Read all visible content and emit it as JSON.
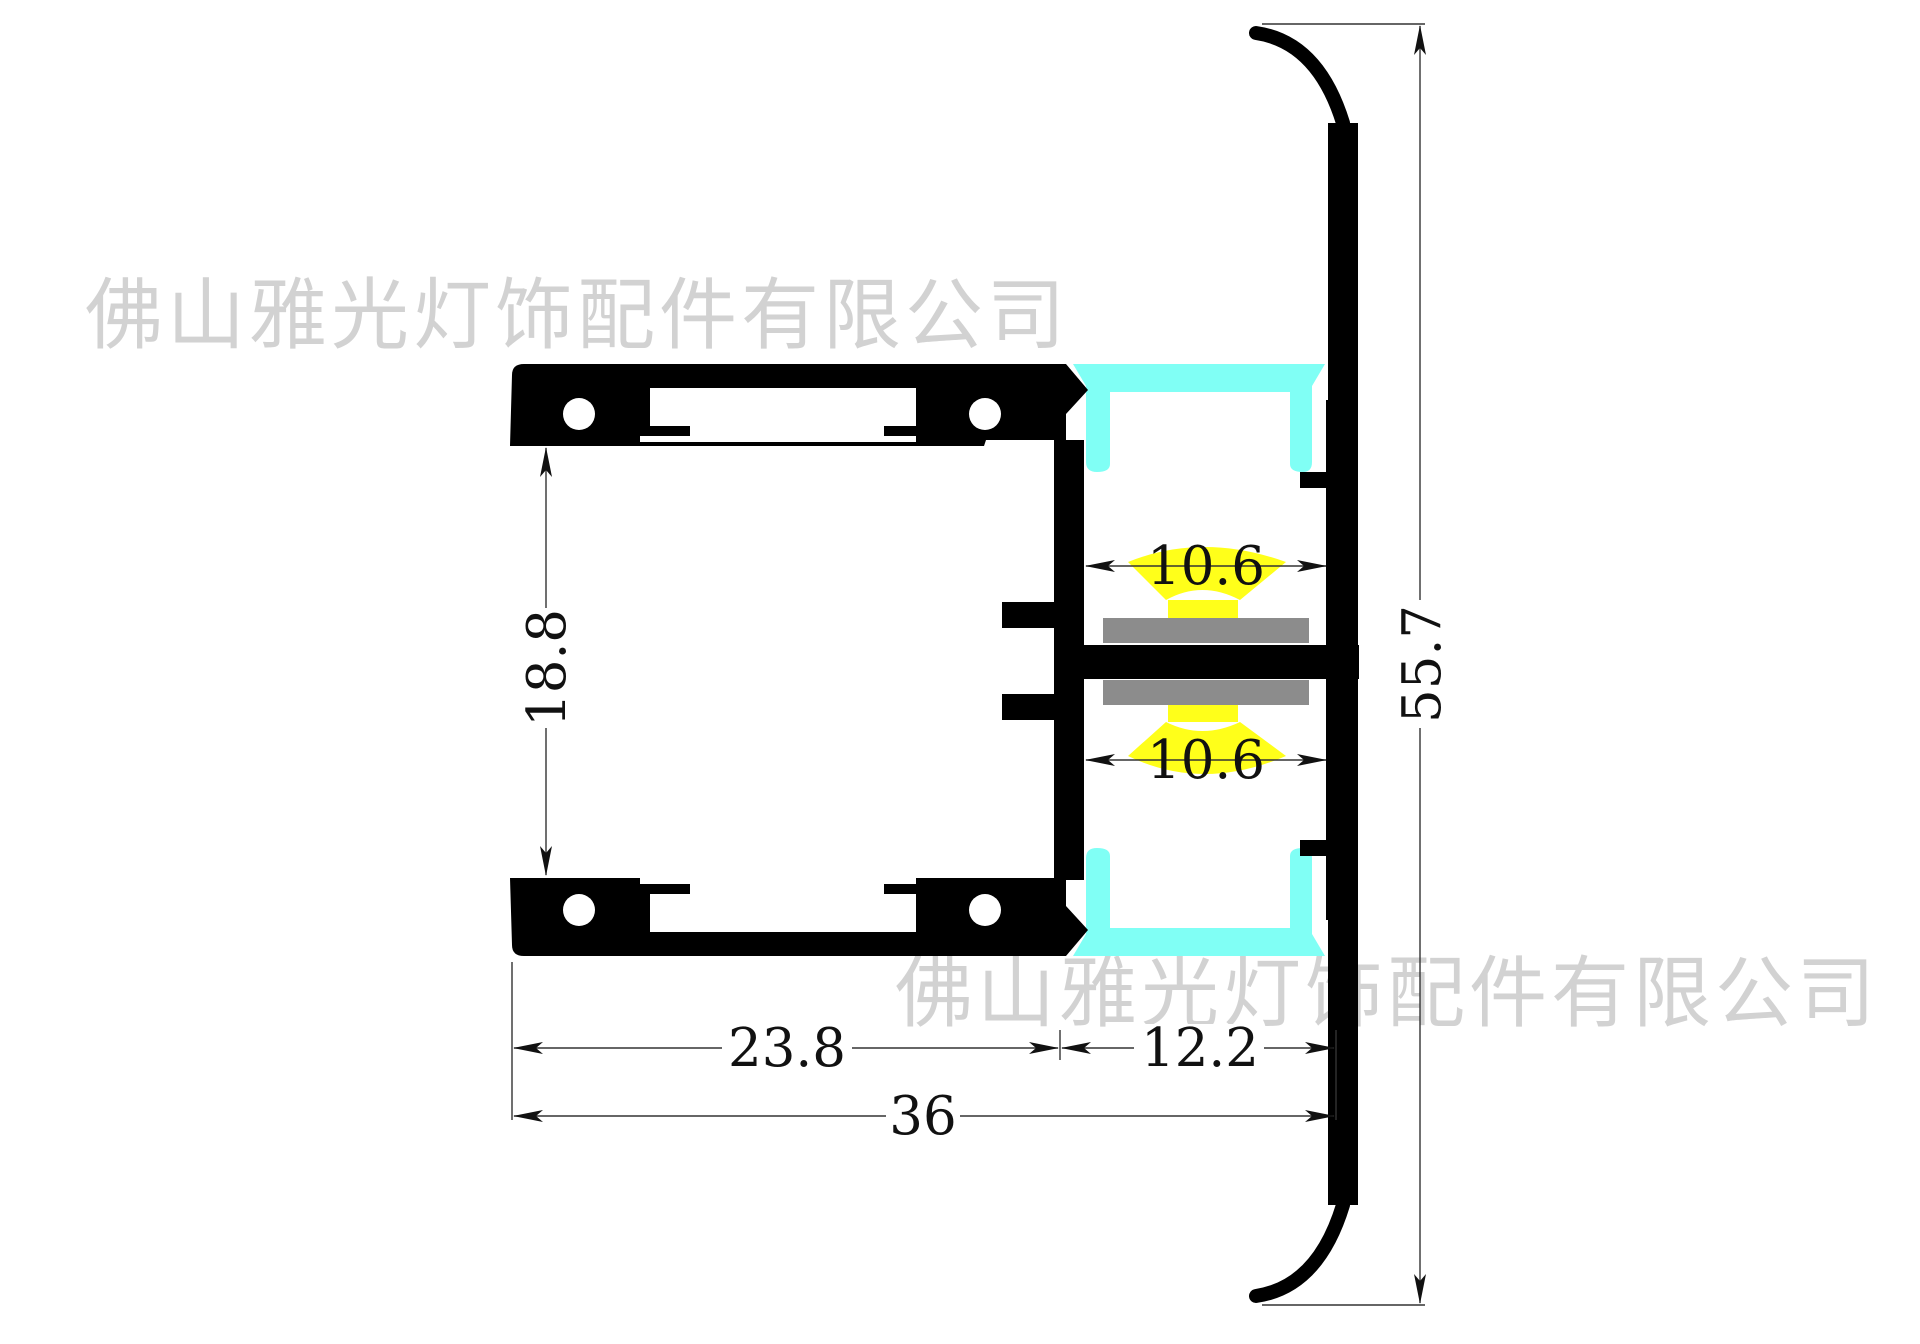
{
  "watermark": {
    "text": "佛山雅光灯饰配件有限公司"
  },
  "colors": {
    "profile": "#000000",
    "diffuser": "#80FFF5",
    "light_beam": "#FFFF1A",
    "led_board": "#8C8C8C"
  },
  "dimensions": {
    "inner_height": "18.8",
    "total_height": "55.7",
    "left_width": "23.8",
    "right_width": "12.2",
    "total_width": "36",
    "led_width_top": "10.6",
    "led_width_bottom": "10.6"
  }
}
